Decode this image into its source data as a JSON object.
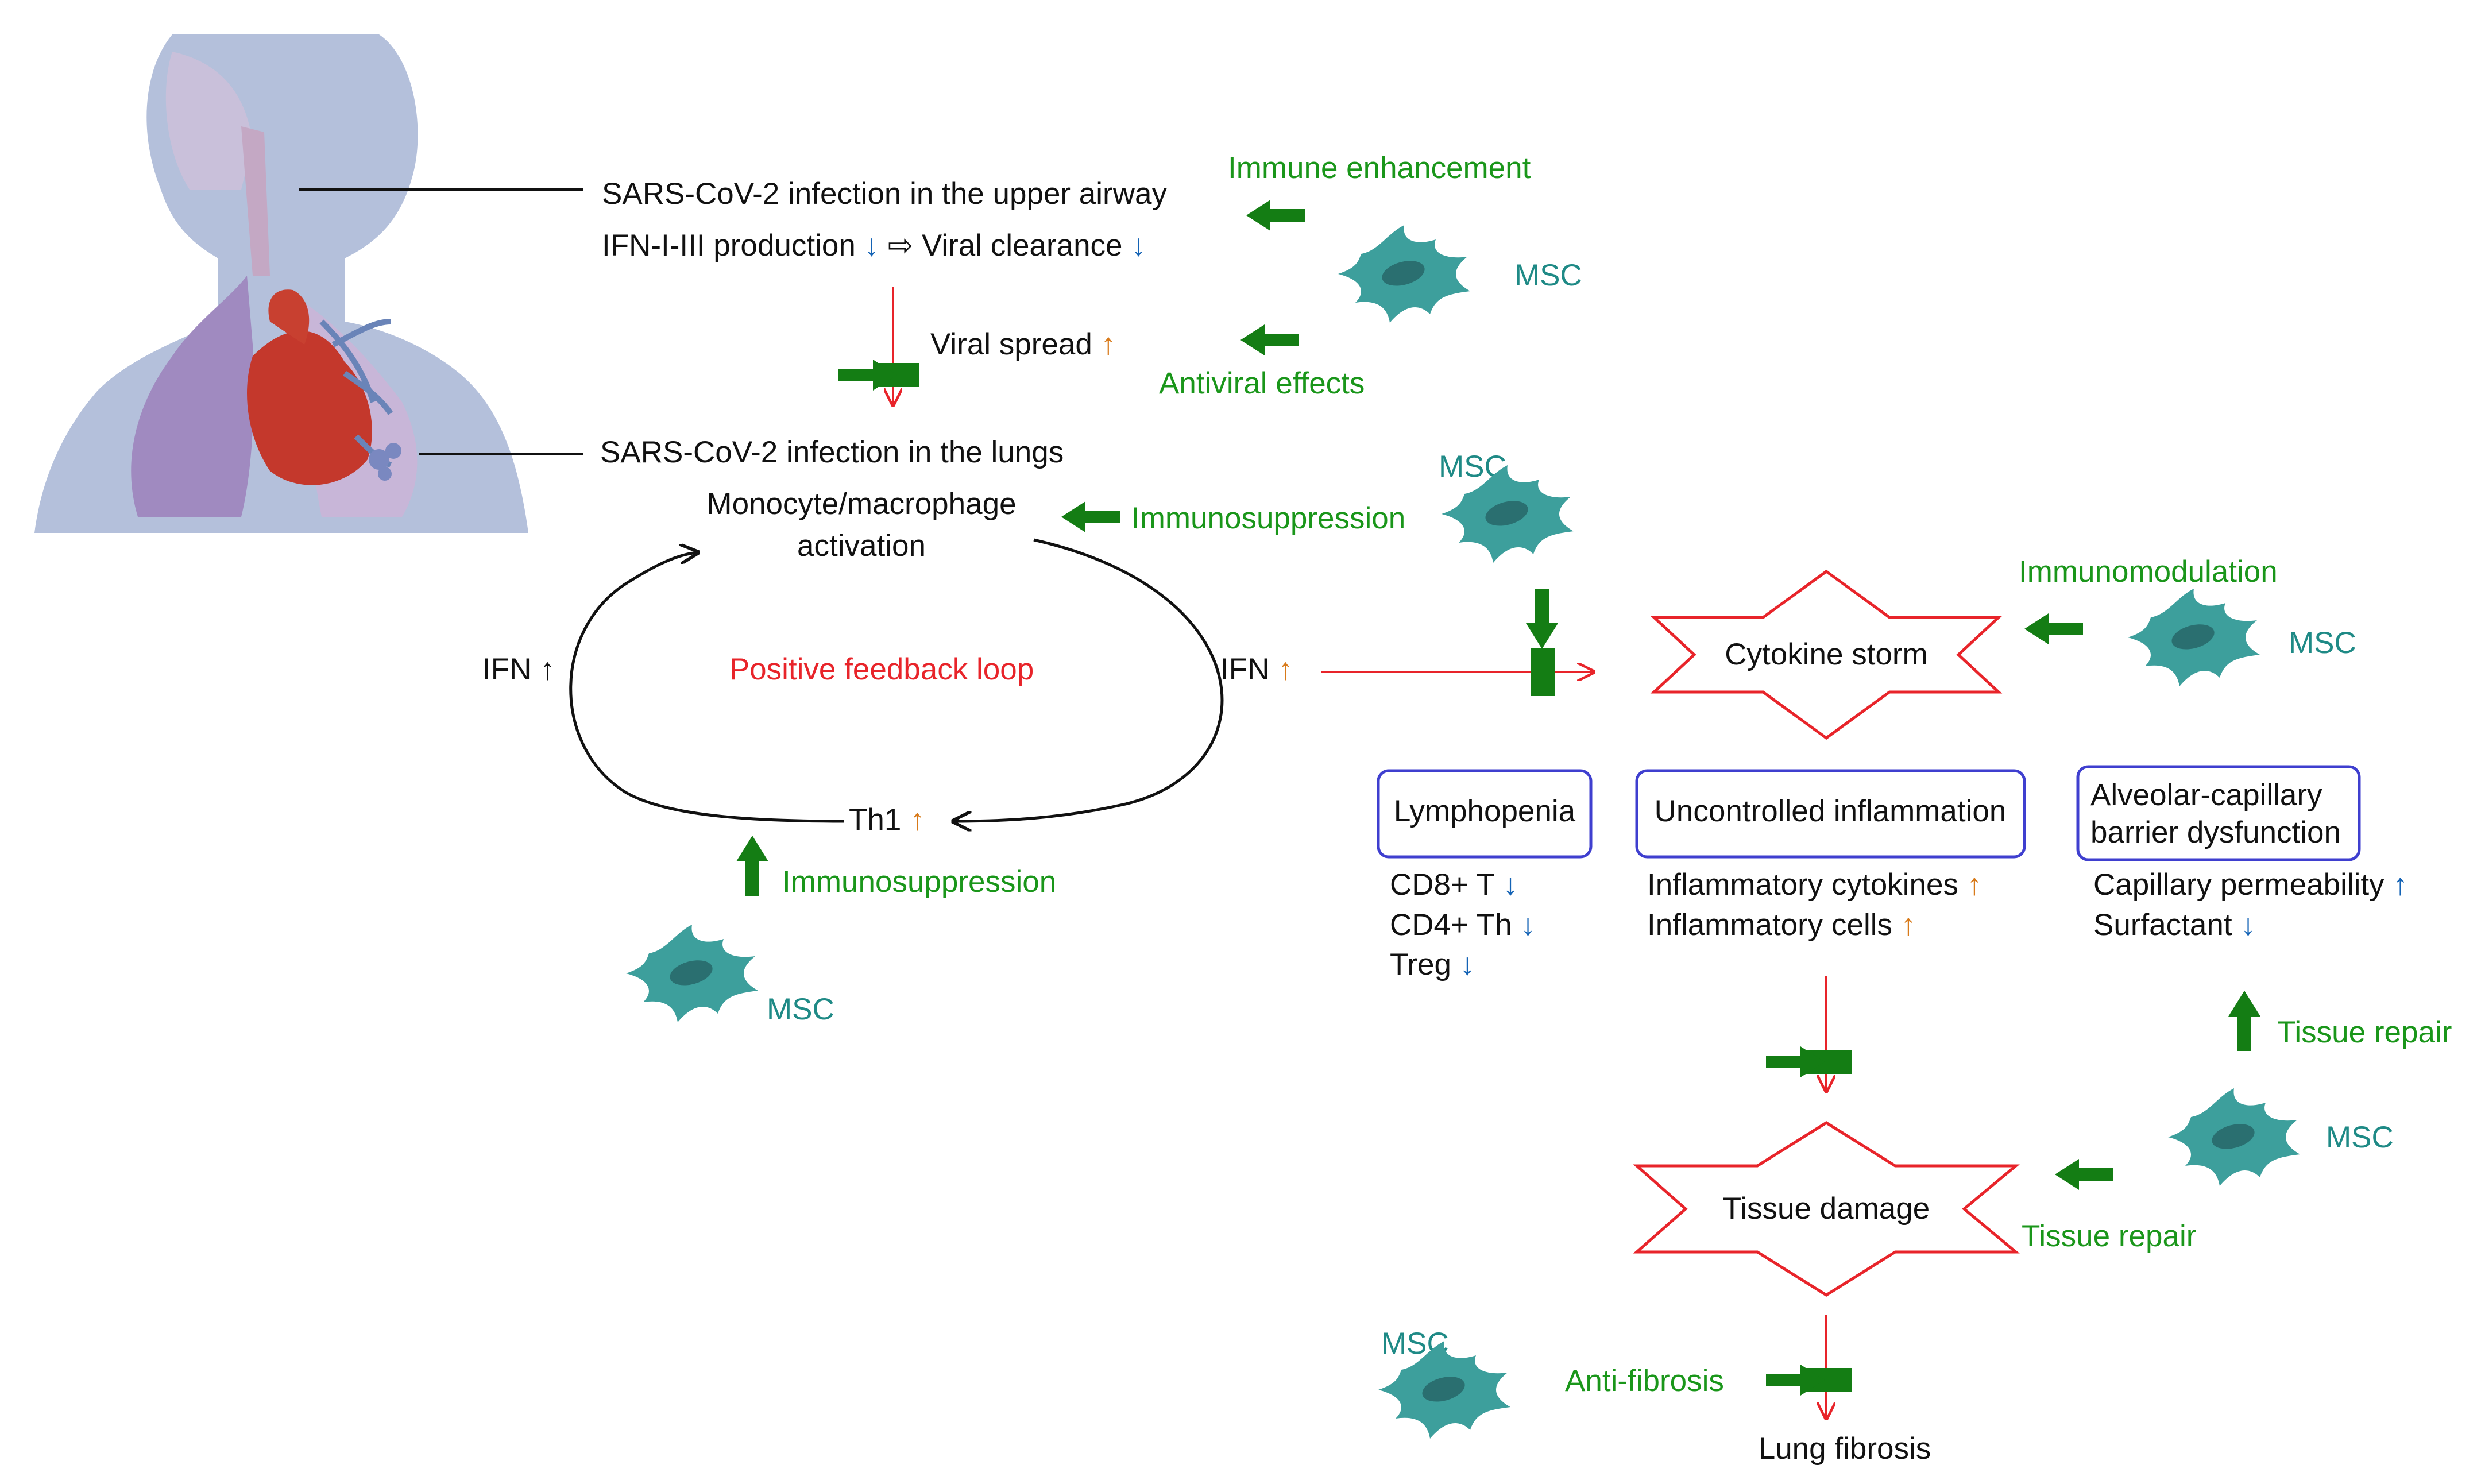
{
  "colors": {
    "pathway_red": "#e8242a",
    "msc_green": "#1a961a",
    "msc_teal": "#3d9f9c",
    "box_border": "#3f3fcf",
    "down_arrow_blue": "#1463b5",
    "up_arrow_orange": "#d87a1a"
  },
  "icons": {
    "anatomy": "respiratory-anatomy-illustration",
    "msc_cell": "msc-cell-icon",
    "block": "inhibition-bar-icon"
  },
  "arrows": {
    "up": "↑",
    "down": "↓",
    "implies": "⇨"
  },
  "infection": {
    "upper_airway": "SARS-CoV-2 infection in the upper airway",
    "ifn_production": "IFN-I-III production",
    "viral_clearance": "Viral clearance",
    "viral_spread": "Viral spread",
    "lungs": "SARS-CoV-2 infection in the lungs"
  },
  "msc_label": "MSC",
  "effects": {
    "immune_enhancement": "Immune enhancement",
    "antiviral_effects": "Antiviral effects",
    "immunosuppression_top": "Immunosuppression",
    "immunomodulation": "Immunomodulation",
    "immunosuppression_bottom": "Immunosuppression",
    "tissue_repair_right": "Tissue repair",
    "tissue_repair_lower": "Tissue repair",
    "anti_fibrosis": "Anti-fibrosis"
  },
  "loop": {
    "monocyte_line1": "Monocyte/macrophage",
    "monocyte_line2": "activation",
    "ifn_left": "IFN",
    "ifn_right": "IFN",
    "th1": "Th1",
    "center": "Positive feedback loop"
  },
  "storm": {
    "cytokine_storm": "Cytokine storm",
    "tissue_damage": "Tissue damage",
    "lung_fibrosis": "Lung fibrosis"
  },
  "boxes": {
    "lymphopenia": "Lymphopenia",
    "uncontrolled_inflammation": "Uncontrolled inflammation",
    "barrier_line1": "Alveolar-capillary",
    "barrier_line2": "barrier dysfunction"
  },
  "lymphopenia_items": [
    "CD8+ T",
    "CD4+ Th",
    "Treg"
  ],
  "inflammation_items": [
    "Inflammatory cytokines",
    "Inflammatory cells"
  ],
  "barrier_items": [
    "Capillary permeability",
    "Surfactant"
  ]
}
